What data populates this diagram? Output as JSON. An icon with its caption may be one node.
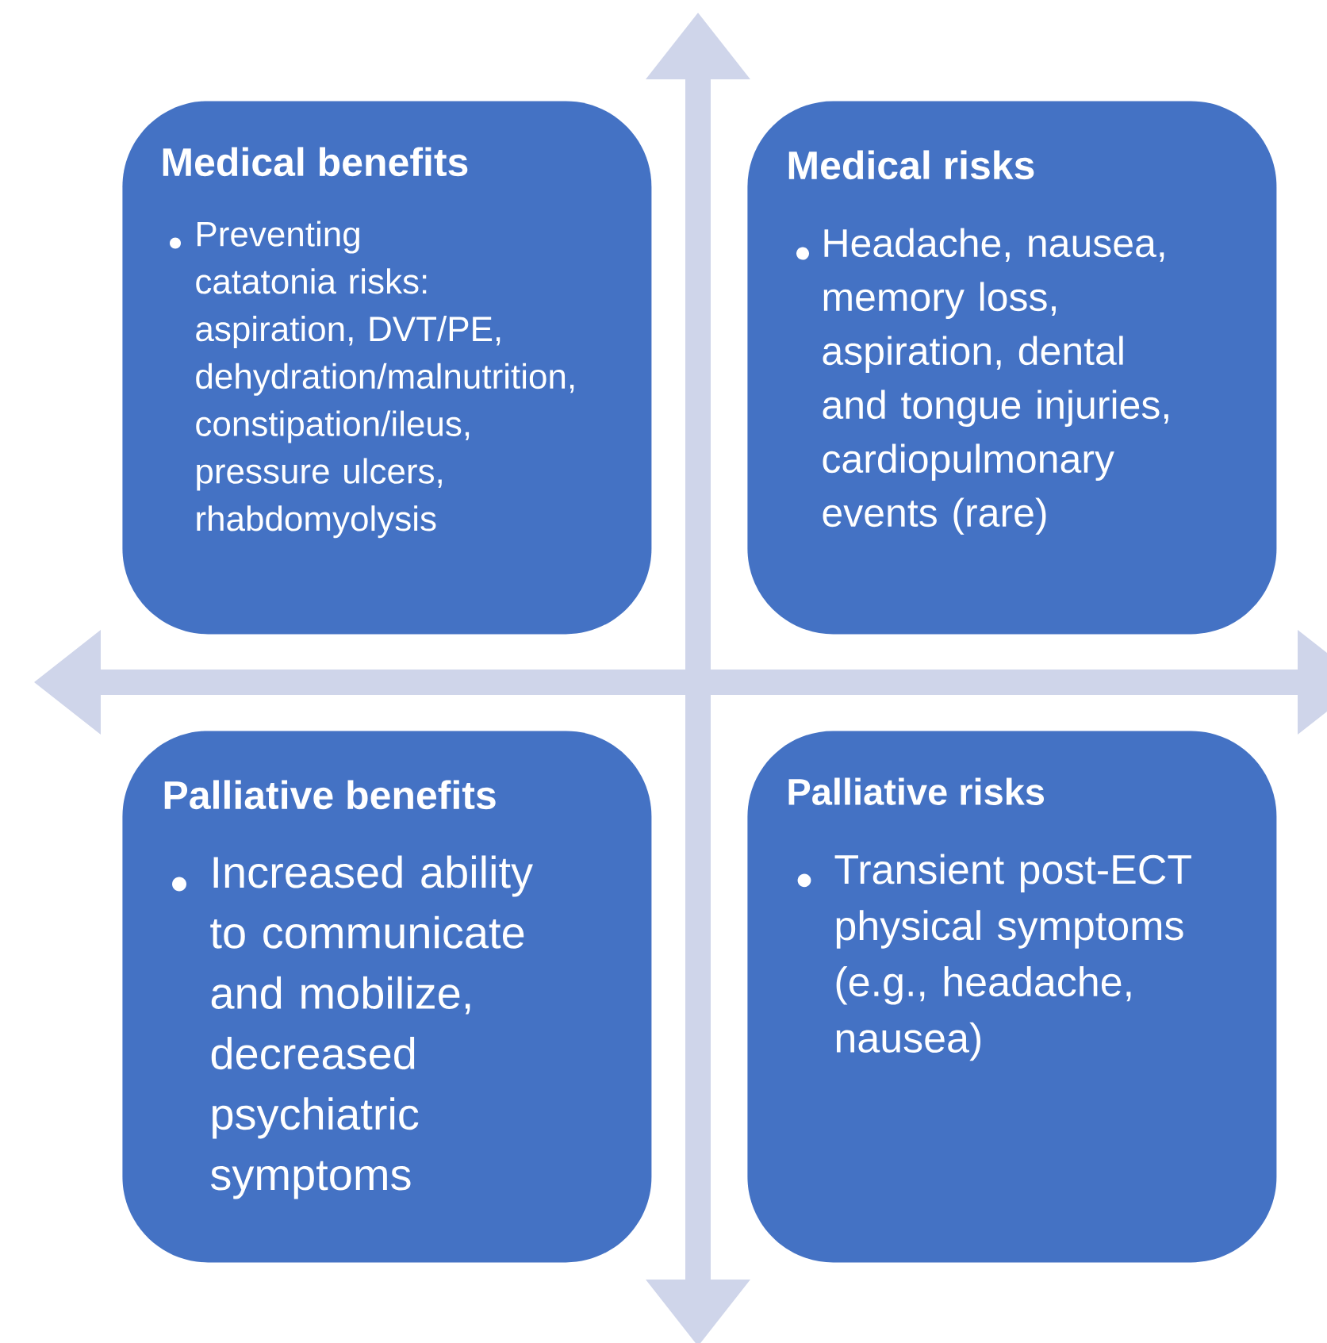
{
  "diagram": {
    "nodes": [
      {
        "text": [
          "Medical benefits",
          "Preventing catatonia risks: aspiration, DVT/PE, dehydration/malnutrition, constipation/ileus, pressure ulcers, rhabdomyolysis"
        ]
      },
      {
        "text": [
          "Medical risks",
          "Headache, nausea, memory loss, aspiration, dental and tongue injuries, cardiopulmonary events (rare)"
        ]
      },
      {
        "text": [
          "Palliative benefits",
          "Increased ability to communicate and mobilize, decreased psychiatric symptoms"
        ]
      },
      {
        "text": [
          "Palliative risks",
          "Transient post-ECT physical symptoms (e.g., headache, nausea)"
        ]
      }
    ]
  }
}
